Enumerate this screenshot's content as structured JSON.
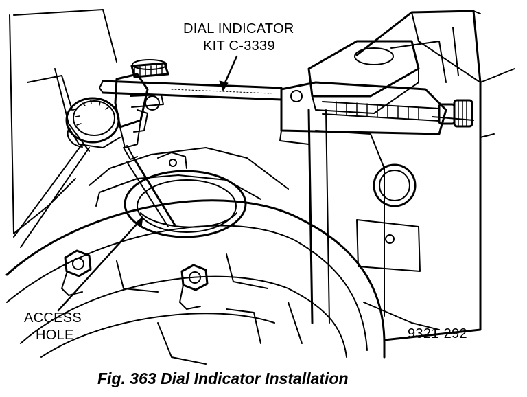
{
  "callouts": {
    "dial_indicator_line1": "DIAL INDICATOR",
    "dial_indicator_line2": "KIT C-3339",
    "access_hole_line1": "ACCESS",
    "access_hole_line2": "HOLE"
  },
  "figure_code": "9321-292",
  "caption": "Fig. 363 Dial Indicator Installation"
}
